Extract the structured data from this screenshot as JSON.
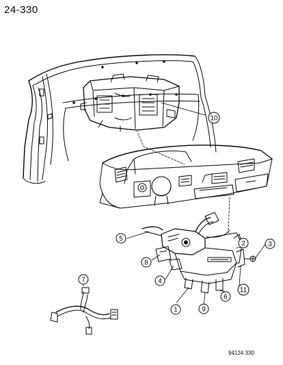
{
  "page_number": "24-330",
  "figure_code": "94124 330",
  "callouts": [
    {
      "id": "c1",
      "label": "1"
    },
    {
      "id": "c2",
      "label": "2"
    },
    {
      "id": "c3",
      "label": "3"
    },
    {
      "id": "c4",
      "label": "4"
    },
    {
      "id": "c5",
      "label": "5"
    },
    {
      "id": "c6",
      "label": "6"
    },
    {
      "id": "c7",
      "label": "7"
    },
    {
      "id": "c8",
      "label": "8"
    },
    {
      "id": "c9",
      "label": "9"
    },
    {
      "id": "c10",
      "label": "10"
    },
    {
      "id": "c11",
      "label": "11"
    }
  ],
  "colors": {
    "ink": "#000000",
    "paper": "#ffffff"
  }
}
